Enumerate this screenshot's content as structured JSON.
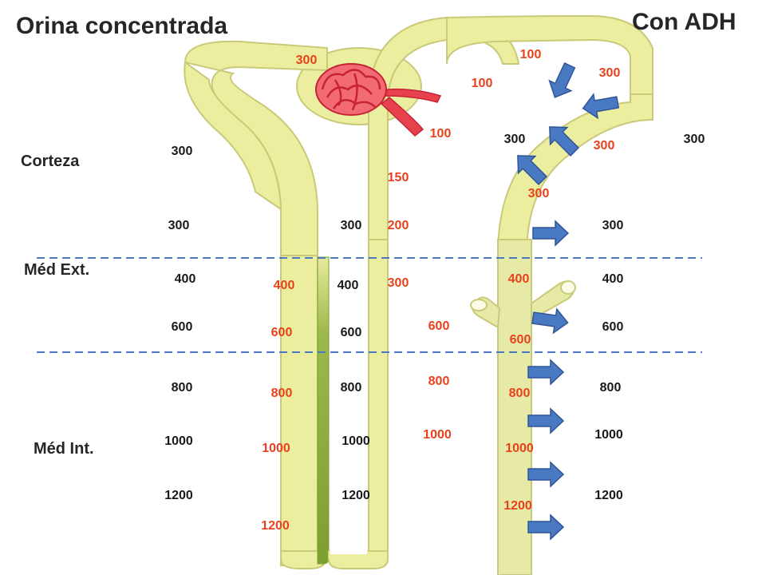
{
  "title_left": "Orina concentrada",
  "title_right": "Con ADH",
  "zones": {
    "cortex": "Corteza",
    "outer_medulla": "Méd Ext.",
    "inner_medulla": "Méd Int."
  },
  "colors": {
    "tubule_fill": "#ecee9f",
    "tubule_stroke": "#c9c979",
    "collecting_duct_fill": "#e7eaa6",
    "thick_limb": "#8fae3a",
    "glomerulus": "#e8414e",
    "arrow": "#4a79c3",
    "boundary": "#4a79c3",
    "osmolarity_interstitial": "#1a1a1a",
    "osmolarity_tubular": "#e8411b"
  },
  "arrow_icon": "water-flow-arrow-icon",
  "numbers": {
    "n1": "300",
    "n2": "300",
    "n3": "400",
    "n4": "600",
    "n5": "800",
    "n6": "1000",
    "n7": "1200",
    "n8": "300",
    "n9": "400",
    "n10": "600",
    "n11": "800",
    "n12": "1000",
    "n13": "1200",
    "n14": "300",
    "n15": "400",
    "n16": "600",
    "n17": "800",
    "n18": "1000",
    "n19": "1200",
    "n20": "100",
    "n21": "150",
    "n22": "200",
    "n23": "300",
    "n24": "600",
    "n25": "800",
    "n26": "1000",
    "n27": "100",
    "n28": "100",
    "n29": "300",
    "n30": "300",
    "n31": "300",
    "n32": "300",
    "n33": "400",
    "n34": "600",
    "n35": "800",
    "n36": "1000",
    "n37": "1200",
    "n38": "300",
    "n39": "300",
    "n40": "400",
    "n41": "600",
    "n42": "800",
    "n43": "1000",
    "n44": "1200"
  }
}
